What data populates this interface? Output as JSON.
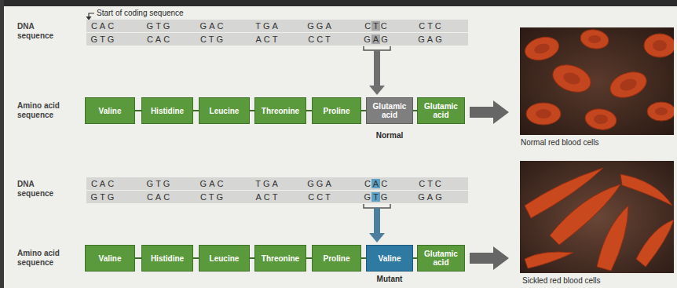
{
  "diagram": {
    "nodes": [
      {
        "text": [
          "Valine"
        ]
      },
      {
        "text": [
          "Histidine"
        ]
      },
      {
        "text": [
          "Leucine"
        ]
      },
      {
        "text": [
          "Threonine"
        ]
      },
      {
        "text": [
          "Proline"
        ]
      },
      {
        "text": [
          "Glutamic acid"
        ]
      },
      {
        "text": [
          "Glutamic acid"
        ]
      },
      {
        "text": [
          "Valine"
        ]
      },
      {
        "text": [
          "Histidine"
        ]
      },
      {
        "text": [
          "Leucine"
        ]
      },
      {
        "text": [
          "Threonine"
        ]
      },
      {
        "text": [
          "Proline"
        ]
      },
      {
        "text": [
          "Valine"
        ]
      },
      {
        "text": [
          "Glutamic acid"
        ]
      }
    ],
    "edges": [
      {
        "from": 0,
        "to": 1,
        "arrow": "none"
      },
      {
        "from": 1,
        "to": 2,
        "arrow": "none"
      },
      {
        "from": 2,
        "to": 3,
        "arrow": "none"
      },
      {
        "from": 3,
        "to": 4,
        "arrow": "none"
      },
      {
        "from": 4,
        "to": 5,
        "arrow": "none"
      },
      {
        "from": 5,
        "to": 6,
        "arrow": "none"
      },
      {
        "from": 7,
        "to": 8,
        "arrow": "none"
      },
      {
        "from": 8,
        "to": 9,
        "arrow": "none"
      },
      {
        "from": 9,
        "to": 10,
        "arrow": "none"
      },
      {
        "from": 10,
        "to": 11,
        "arrow": "none"
      },
      {
        "from": 11,
        "to": 12,
        "arrow": "none"
      },
      {
        "from": 12,
        "to": 13,
        "arrow": "none"
      }
    ],
    "labels": [
      "Start of coding sequence",
      "DNA sequence",
      "CAC",
      "GTG",
      "GAC",
      "TGA",
      "GGA",
      "CTC",
      "CTC",
      "GTG",
      "CAC",
      "CTG",
      "ACT",
      "CCT",
      "GAG",
      "GAG",
      "Amino acid sequence",
      "Normal",
      "Normal red blood cells",
      "DNA sequence",
      "CAC",
      "GTG",
      "GAC",
      "TGA",
      "GGA",
      "CAC",
      "CTC",
      "GTG",
      "CAC",
      "CTG",
      "ACT",
      "CCT",
      "GTG",
      "GAG",
      "Amino acid sequence",
      "Mutant",
      "Sickled red blood cells"
    ]
  }
}
